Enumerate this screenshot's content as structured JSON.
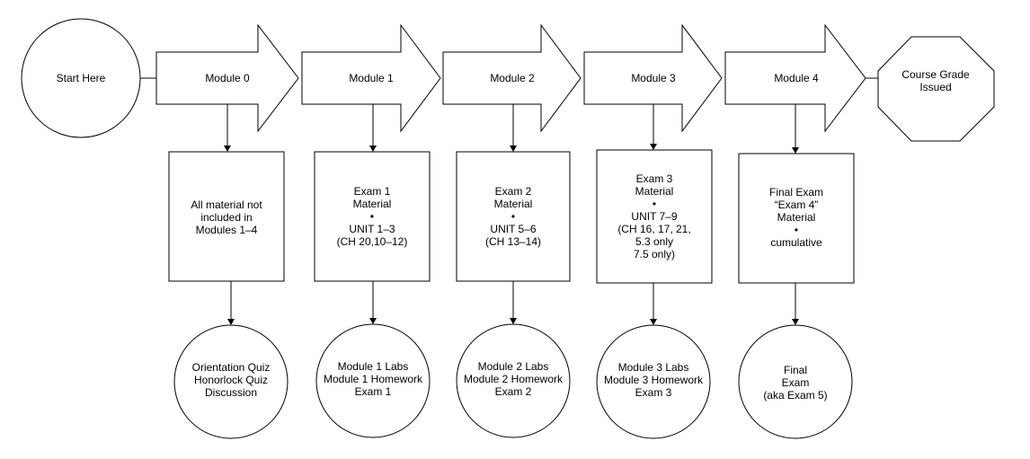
{
  "start": {
    "label": "Start Here"
  },
  "end": {
    "lines": [
      "Course Grade",
      "Issued"
    ]
  },
  "modules": [
    {
      "arrow_label": "Module 0",
      "material_lines": [
        "All material not",
        "included in",
        "Modules 1–4"
      ],
      "assessment_lines": [
        "Orientation Quiz",
        "Honorlock Quiz",
        "Discussion"
      ]
    },
    {
      "arrow_label": "Module 1",
      "material_lines": [
        "Exam 1",
        "Material",
        "•",
        "UNIT 1–3",
        "(CH 20,10–12)"
      ],
      "assessment_lines": [
        "Module 1 Labs",
        "Module 1 Homework",
        "Exam 1"
      ]
    },
    {
      "arrow_label": "Module 2",
      "material_lines": [
        "Exam 2",
        "Material",
        "•",
        "UNIT 5–6",
        "(CH 13–14)"
      ],
      "assessment_lines": [
        "Module 2 Labs",
        "Module 2 Homework",
        "Exam 2"
      ]
    },
    {
      "arrow_label": "Module 3",
      "material_lines": [
        "Exam 3",
        "Material",
        "•",
        "UNIT 7–9",
        "(CH 16, 17, 21,",
        "5.3 only",
        "7.5 only)"
      ],
      "assessment_lines": [
        "Module 3 Labs",
        "Module 3 Homework",
        "Exam 3"
      ]
    },
    {
      "arrow_label": "Module 4",
      "material_lines": [
        "Final Exam",
        "“Exam 4”",
        "Material",
        "•",
        "cumulative"
      ],
      "assessment_lines": [
        "Final",
        "Exam",
        "(aka Exam 5)"
      ]
    }
  ]
}
